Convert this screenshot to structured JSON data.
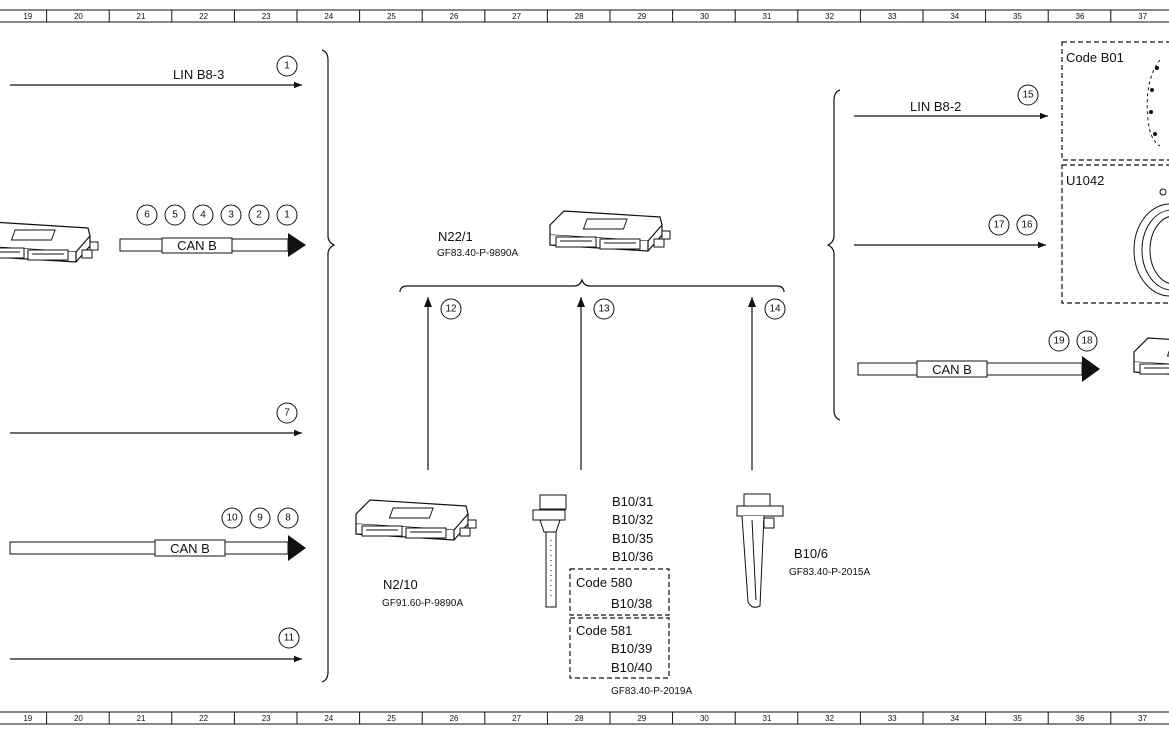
{
  "ruler": {
    "top_labels": [
      "19",
      "20",
      "21",
      "22",
      "23",
      "24",
      "25",
      "26",
      "27",
      "28",
      "29",
      "30",
      "31",
      "32",
      "33",
      "34",
      "35",
      "36",
      "37"
    ],
    "bottom_labels": [
      "19",
      "20",
      "21",
      "22",
      "23",
      "24",
      "25",
      "26",
      "27",
      "28",
      "29",
      "30",
      "31",
      "32",
      "33",
      "34",
      "35",
      "36",
      "37"
    ]
  },
  "left": {
    "lin_label": "LIN B8-3",
    "lin_num": "1",
    "can1_label": "CAN B",
    "can1_nums": [
      "6",
      "5",
      "4",
      "3",
      "2",
      "1"
    ],
    "wire7_num": "7",
    "can2_label": "CAN B",
    "can2_nums": [
      "10",
      "9",
      "8"
    ],
    "wire11_num": "11"
  },
  "center": {
    "n22_name": "N22/1",
    "n22_ref": "GF83.40-P-9890A",
    "arrow_nums": [
      "12",
      "13",
      "14"
    ],
    "n2_name": "N2/10",
    "n2_ref": "GF91.60-P-9890A",
    "b10_labels": [
      "B10/31",
      "B10/32",
      "B10/35",
      "B10/36"
    ],
    "code580": "Code 580",
    "code580_item": "B10/38",
    "code581": "Code 581",
    "code581_items": [
      "B10/39",
      "B10/40"
    ],
    "b10_ref": "GF83.40-P-2019A",
    "b106_name": "B10/6",
    "b106_ref": "GF83.40-P-2015A"
  },
  "right": {
    "lin_label": "LIN B8-2",
    "lin_num": "15",
    "wire_nums": [
      "17",
      "16"
    ],
    "can_label": "CAN B",
    "can_nums": [
      "19",
      "18"
    ],
    "box1_label": "Code B01",
    "box2_label": "U1042"
  }
}
